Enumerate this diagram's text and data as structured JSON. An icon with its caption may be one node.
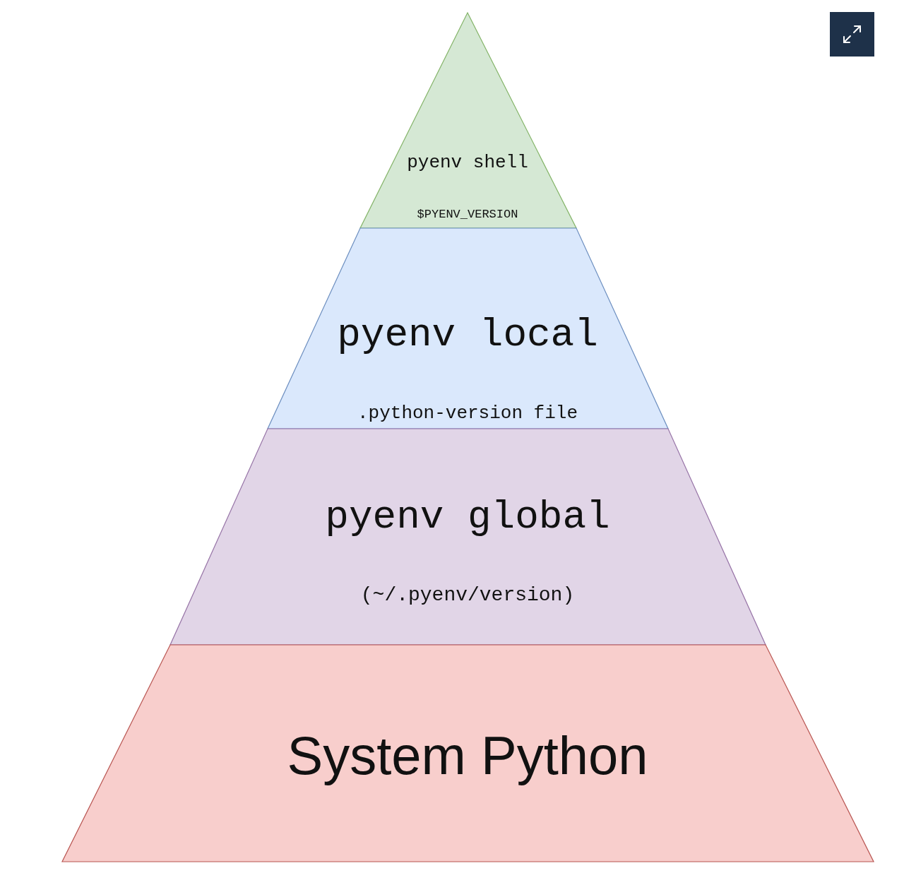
{
  "diagram": {
    "nodes": [
      {
        "text": [
          "pyenv shell",
          "$PYENV_VERSION"
        ]
      },
      {
        "text": [
          "pyenv local",
          ".python-version file"
        ]
      },
      {
        "text": [
          "pyenv global",
          "(~/.pyenv/version)"
        ]
      },
      {
        "text": [
          "System Python"
        ]
      }
    ]
  }
}
